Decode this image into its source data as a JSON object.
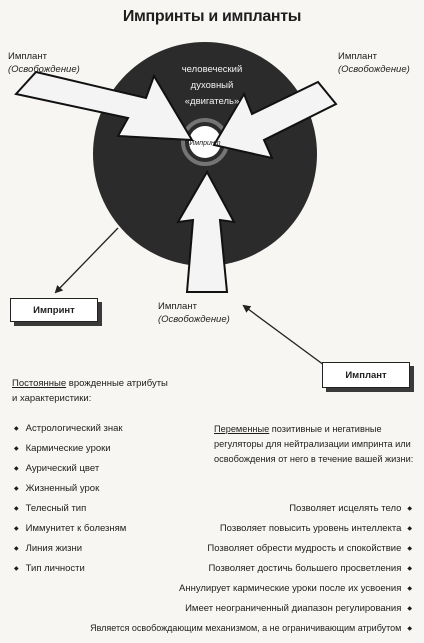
{
  "title": "Импринты и импланты",
  "circle": {
    "text_lines": [
      "человеческий",
      "духовный",
      "«двигатель»"
    ],
    "center": "Импринт"
  },
  "implant_left": {
    "line1": "Имплант",
    "line2": "(Освобождение)"
  },
  "implant_right": {
    "line1": "Имплант",
    "line2": "(Освобождение)"
  },
  "implant_bottom": {
    "line1": "Имплант",
    "line2": "(Освобождение)"
  },
  "box_imprint": "Импринт",
  "box_implant": "Имплант",
  "constant": {
    "heading_underlined": "Постоянные",
    "heading_rest": " врожденные атрибуты",
    "heading_line2": "и характеристики:",
    "items": [
      "Астрологический знак",
      "Кармические уроки",
      "Аурический цвет",
      "Жизненный урок",
      "Телесный тип",
      "Иммунитет к болезням",
      "Линия жизни",
      "Тип личности"
    ]
  },
  "variable": {
    "heading_underlined": "Переменные",
    "heading_rest": " позитивные и негативные",
    "heading_line2": "регуляторы для нейтрализации импринта или",
    "heading_line3": "освобождения от него в течение вашей жизни:",
    "items": [
      "Позволяет исцелять тело",
      "Позволяет повысить уровень интеллекта",
      "Позволяет обрести мудрость и спокойствие",
      "Позволяет достичь большего просветления",
      "Аннулирует кармические уроки после их усвоения",
      "Имеет неограниченный диапазон регулирования",
      "Является освобождающим механизмом, а не ограничивающим атрибутом"
    ]
  }
}
